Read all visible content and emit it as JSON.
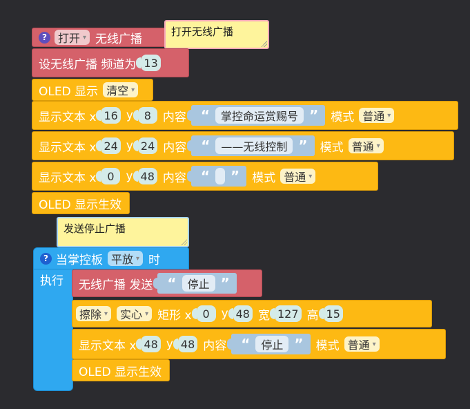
{
  "group1": {
    "radio_open": {
      "dropdown": "打开",
      "label": "无线广播",
      "comment": "打开无线广播"
    },
    "set_channel": {
      "label": "设无线广播 频道为",
      "channel": "13"
    },
    "oled_show": {
      "label": "OLED 显示",
      "dropdown": "清空"
    },
    "text_rows": [
      {
        "label": "显示文本 x",
        "x": "16",
        "y_label": "y",
        "y": "8",
        "content_label": "内容",
        "text": "掌控命运赏赐号",
        "mode_label": "模式",
        "mode": "普通"
      },
      {
        "label": "显示文本 x",
        "x": "24",
        "y_label": "y",
        "y": "24",
        "content_label": "内容",
        "text": "——无线控制",
        "mode_label": "模式",
        "mode": "普通"
      },
      {
        "label": "显示文本 x",
        "x": "0",
        "y_label": "y",
        "y": "48",
        "content_label": "内容",
        "text": "",
        "mode_label": "模式",
        "mode": "普通"
      }
    ],
    "oled_apply": "OLED 显示生效"
  },
  "group2": {
    "comment": "发送停止广播",
    "event": {
      "label": "当掌控板",
      "dropdown": "平放",
      "suffix": "时",
      "exec_label": "执行"
    },
    "send": {
      "label": "无线广播 发送",
      "text": "停止"
    },
    "erase": {
      "dropdown1": "擦除",
      "dropdown2": "实心",
      "rect_label": "矩形 x",
      "x": "0",
      "y_label": "y",
      "y": "48",
      "w_label": "宽",
      "w": "127",
      "h_label": "高",
      "h": "15"
    },
    "text_row": {
      "label": "显示文本 x",
      "x": "48",
      "y_label": "y",
      "y": "48",
      "content_label": "内容",
      "text": "停止",
      "mode_label": "模式",
      "mode": "普通"
    },
    "oled_apply": "OLED 显示生效"
  },
  "quote_open": "“",
  "quote_close": "”",
  "help_glyph": "?",
  "caret_glyph": "▾",
  "colors": {
    "radio": "#d5616a",
    "display": "#fdb913",
    "event": "#2fa8f0",
    "string": "#a9c6df"
  }
}
